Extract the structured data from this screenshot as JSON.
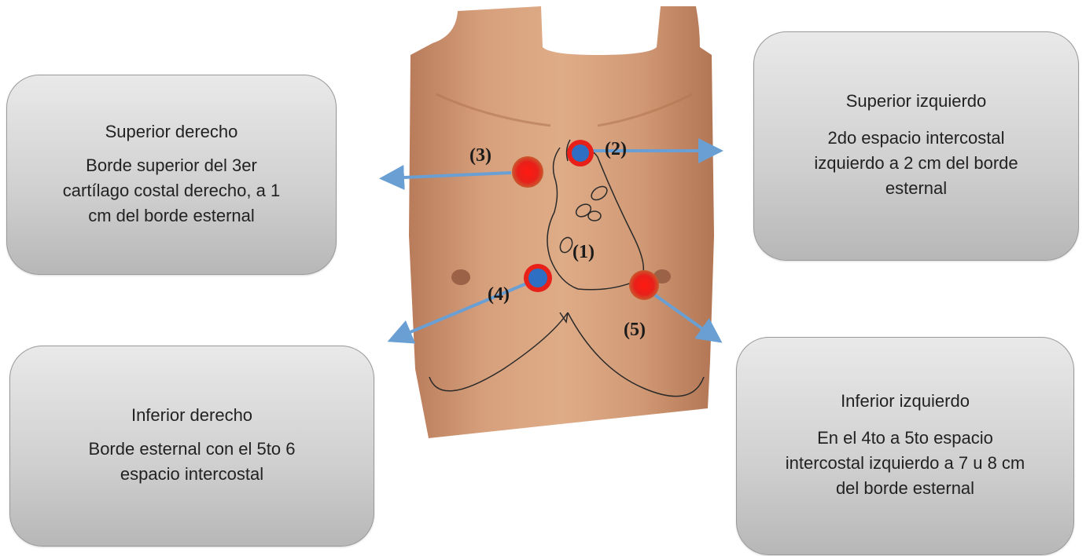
{
  "diagram": {
    "foci": [
      {
        "label": "(1)"
      },
      {
        "label": "(2)"
      },
      {
        "label": "(3)"
      },
      {
        "label": "(4)"
      },
      {
        "label": "(5)"
      }
    ],
    "boxes": {
      "superior_derecho": {
        "title": "Superior derecho",
        "description": "Borde superior del 3er cartílago costal derecho, a 1 cm del borde esternal"
      },
      "superior_izquierdo": {
        "title": "Superior izquierdo",
        "description": "2do espacio intercostal izquierdo a 2 cm del borde esternal"
      },
      "inferior_derecho": {
        "title": "Inferior derecho",
        "description": "Borde esternal con el 5to 6 espacio intercostal"
      },
      "inferior_izquierdo": {
        "title": "Inferior izquierdo",
        "description": "En el 4to a 5to espacio intercostal izquierdo a 7 u 8 cm del borde esternal"
      }
    },
    "colors": {
      "arrow": "#6a9fd4",
      "red_marker": "#e0201c",
      "blue_marker": "#2e6fc4",
      "skin": "#d29a76"
    }
  }
}
